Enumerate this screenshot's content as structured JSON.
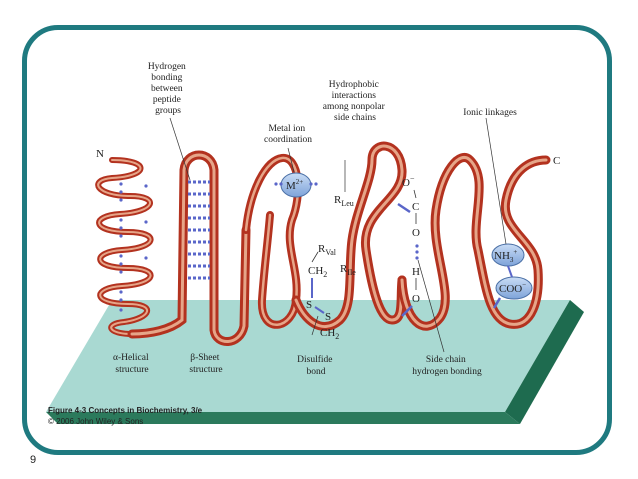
{
  "slide": {
    "number": "9",
    "frame_color": "#1f7a80"
  },
  "figure": {
    "labels": {
      "hbond_peptide": [
        "Hydrogen",
        "bonding",
        "between",
        "peptide",
        "groups"
      ],
      "metal_ion": [
        "Metal ion",
        "coordination"
      ],
      "hydrophobic": [
        "Hydrophobic",
        "interactions",
        "among nonpolar",
        "side chains"
      ],
      "ionic": "Ionic linkages",
      "alpha_helix": [
        "α-Helical",
        "structure"
      ],
      "beta_sheet": [
        "β-Sheet",
        "structure"
      ],
      "disulfide": [
        "Disulfide",
        "bond"
      ],
      "side_chain_hbond": [
        "Side chain",
        "hydrogen bonding"
      ],
      "n_terminus": "N",
      "c_terminus": "C"
    },
    "chem": {
      "metal": "M",
      "metal_charge": "2+",
      "r_leu": "R",
      "r_leu_sub": "Leu",
      "r_val": "R",
      "r_val_sub": "Val",
      "r_ile": "R",
      "r_ile_sub": "Ile",
      "ch2": "CH",
      "ch2_sub": "2",
      "sulfur": "S",
      "oxygen": "O",
      "o_minus": "−",
      "carbon": "C",
      "hydrogen": "H",
      "nh3": "NH",
      "nh3_sub": "3",
      "nh3_charge": "+",
      "coo": "COO",
      "coo_charge": "−"
    },
    "caption": {
      "title": "Figure 4-3 Concepts in Biochemistry, 3/e",
      "copyright": "© 2006 John Wiley & Sons"
    },
    "colors": {
      "ribbon": "#c0392b",
      "ribbon_light": "#e4a98b",
      "platform_top": "#a9d9d2",
      "platform_edge": "#1e6b4f",
      "bond_blue": "#5a66c9",
      "ion_fill": "#9cbde6"
    }
  }
}
